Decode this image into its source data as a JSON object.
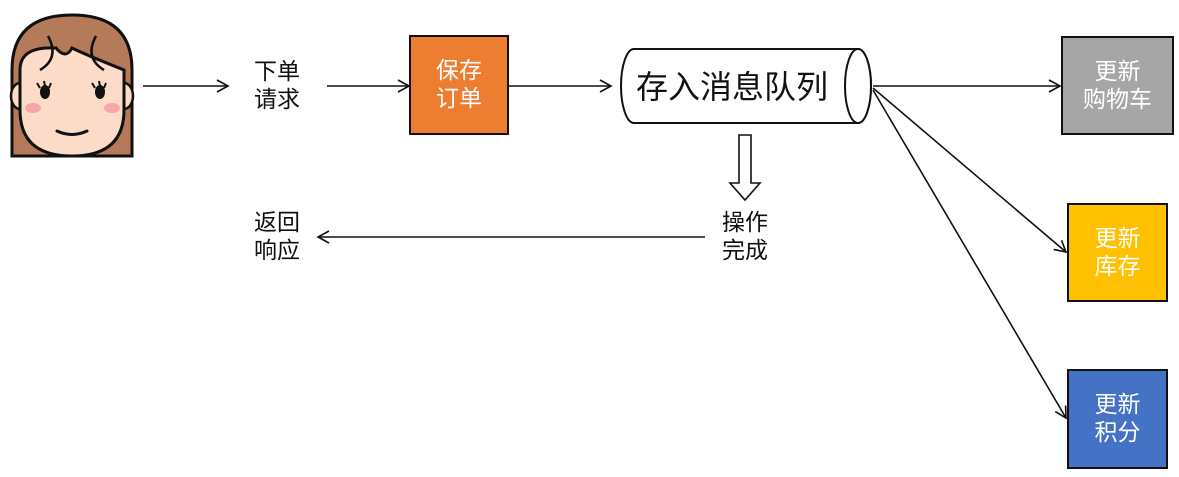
{
  "request_label": [
    "下单",
    "请求"
  ],
  "save_order": [
    "保存",
    "订单"
  ],
  "queue": "存入消息队列",
  "operation_done": [
    "操作",
    "完成"
  ],
  "return_response": [
    "返回",
    "响应"
  ],
  "targets": [
    {
      "lines": [
        "更新",
        "购物车"
      ],
      "color": "#a6a6a6"
    },
    {
      "lines": [
        "更新",
        "库存"
      ],
      "color": "#ffc000"
    },
    {
      "lines": [
        "更新",
        "积分"
      ],
      "color": "#4472c4"
    }
  ],
  "colors": {
    "save_box": "#ed7d31",
    "face": "#fcdcc8",
    "hair": "#b57a5a",
    "cheek": "#f5a6a6"
  },
  "icons": [
    "user-avatar-icon",
    "down-arrow-icon"
  ]
}
